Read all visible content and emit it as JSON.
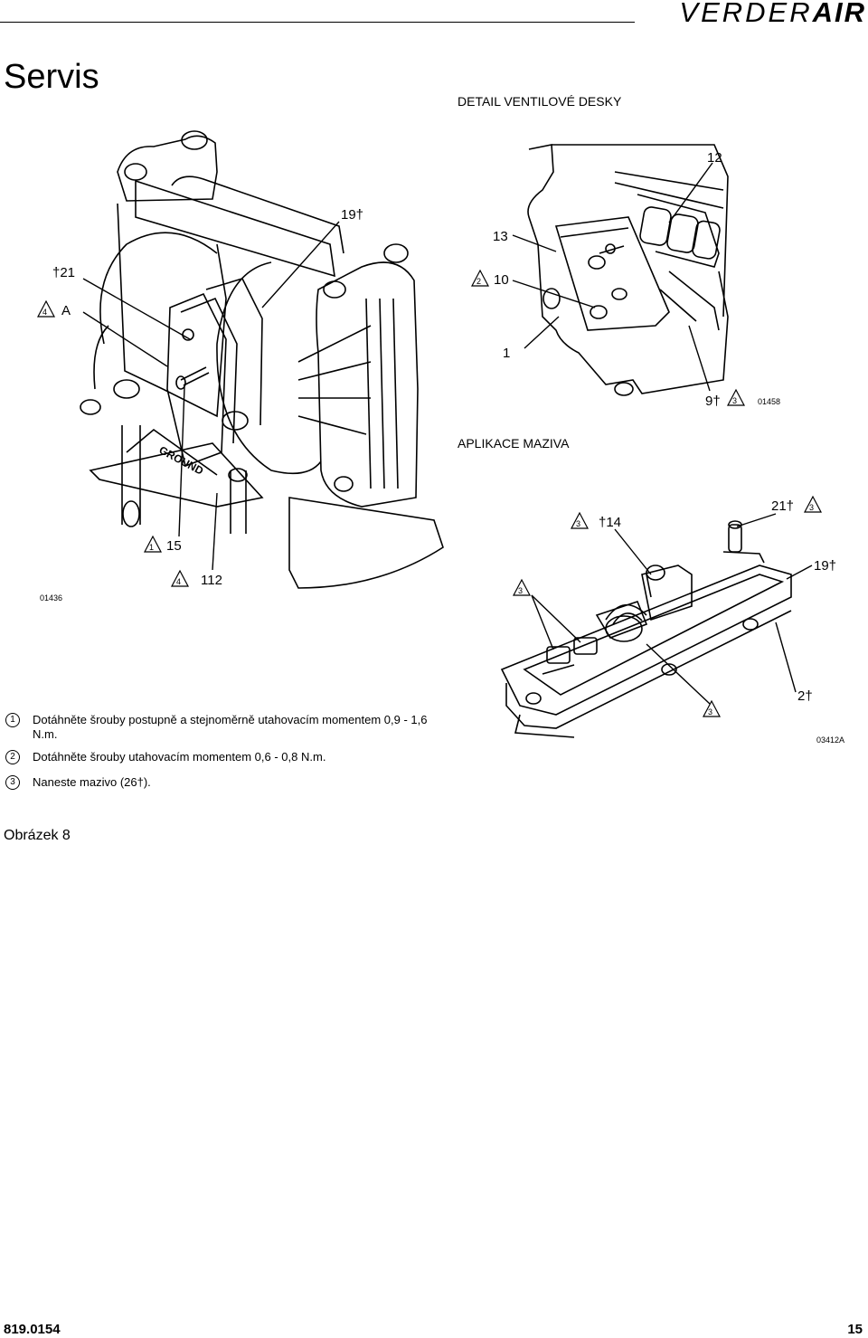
{
  "header": {
    "brand_thin": "VERDER",
    "brand_bold": "AIR"
  },
  "page_title": "Servis",
  "figures": {
    "detail": {
      "caption": "DETAIL VENTILOVÉ DESKY",
      "number": "01458",
      "callouts": [
        "12",
        "13",
        "10",
        "1",
        "9†"
      ]
    },
    "main": {
      "number": "01436",
      "callouts": [
        "19†",
        "†21",
        "A",
        "15",
        "112"
      ],
      "engraving": "GROUND"
    },
    "apl": {
      "caption": "APLIKACE MAZIVA",
      "number": "03412A",
      "callouts": [
        "†14",
        "21†",
        "19†",
        "2†"
      ]
    }
  },
  "notes": [
    {
      "num": "1",
      "text": "Dotáhněte šrouby postupně a stejnoměrně utahovacím momentem 0,9 - 1,6 N.m."
    },
    {
      "num": "2",
      "text": "Dotáhněte šrouby utahovacím momentem 0,6 - 0,8 N.m."
    },
    {
      "num": "3",
      "text": "Naneste mazivo (26†)."
    }
  ],
  "figure_label": "Obrázek 8",
  "footer": {
    "doc_number": "819.0154",
    "page_number": "15"
  }
}
